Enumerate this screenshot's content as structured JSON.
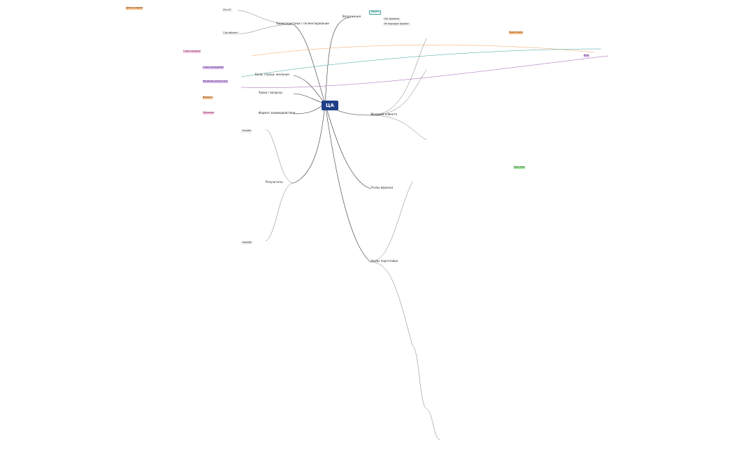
{
  "root": "ЦА",
  "branches": {
    "audience": "Характеристики / сегментирование",
    "objections": "Возражения",
    "pains": "Боли, страхи, желания",
    "lessons": "Уроки / вопросы",
    "format": "Формат взаимодействия",
    "results": "Результаты",
    "desire": "Желания клиента",
    "lead": "Этапы воронки",
    "stages": "Этапы подготовки"
  },
  "sub": {
    "a1": "Кто я?",
    "a2": "Где обитает",
    "a3": "Цели и задачи",
    "b1": "Дорого",
    "b2": "Нет времени",
    "b3": "Не подходит формат",
    "c1": "Страх неудачи",
    "c2": "Страх осуждения",
    "c3": "Желание результата",
    "d1": "Вопросы",
    "d2": "Обучение",
    "e1": "Онлайн",
    "e2": "Офлайн",
    "f1": "Подготовка",
    "f2": "Практика",
    "f3": "Итог"
  }
}
